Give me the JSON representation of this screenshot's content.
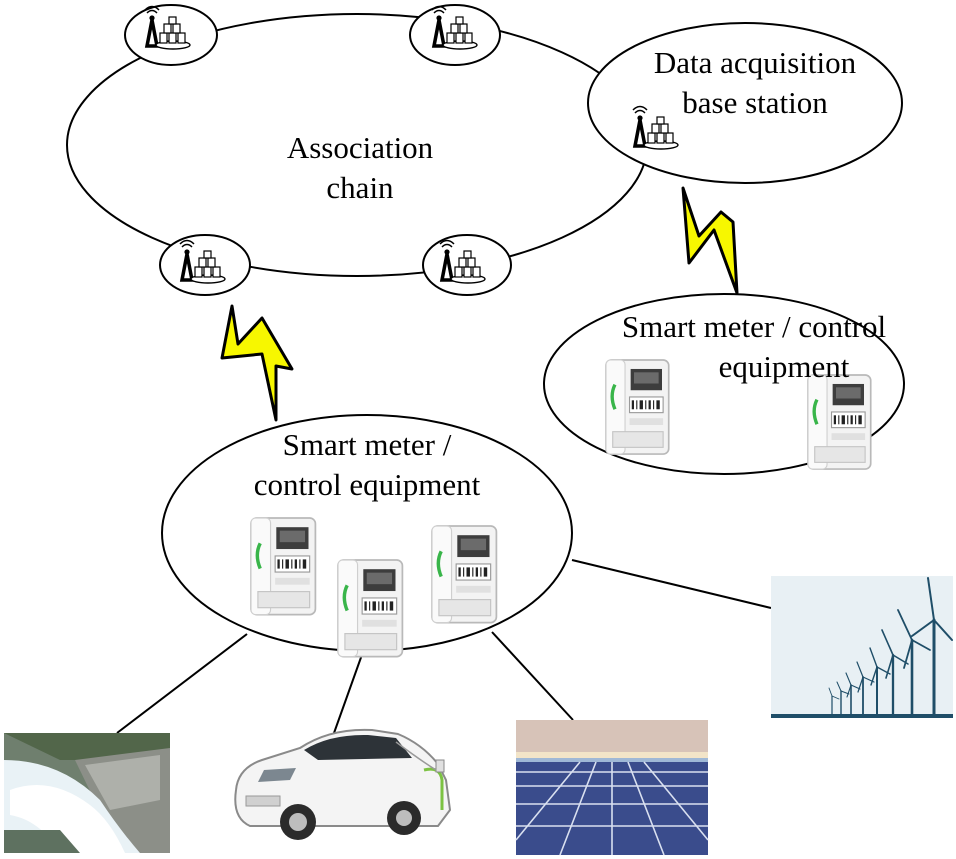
{
  "labels": {
    "association_chain": [
      "Association",
      "chain"
    ],
    "base_station": [
      "Data acquisition",
      "base station"
    ],
    "meter_group_right": [
      "Smart meter / control",
      "equipment"
    ],
    "meter_group_bottom": [
      "Smart meter /",
      "control equipment"
    ]
  },
  "icons": {
    "node": "antenna-server-icon",
    "meter": "smart-meter-icon",
    "link": "lightning-bolt-icon",
    "hydro": "hydro-dam-icon",
    "vehicle": "electric-vehicle-icon",
    "solar": "solar-panels-icon",
    "wind": "wind-turbine-icon"
  },
  "colors": {
    "bolt": "#f7f700",
    "meter_display": "#3d3d3d",
    "meter_accent": "#39b54a",
    "wind_sky": "#e8f0f4",
    "turbine": "#1f4e68",
    "solar_sky": "#9fb8d6",
    "panel": "#3a4c8c",
    "water": "#e9f2f6",
    "car": "#f4f4f4"
  }
}
